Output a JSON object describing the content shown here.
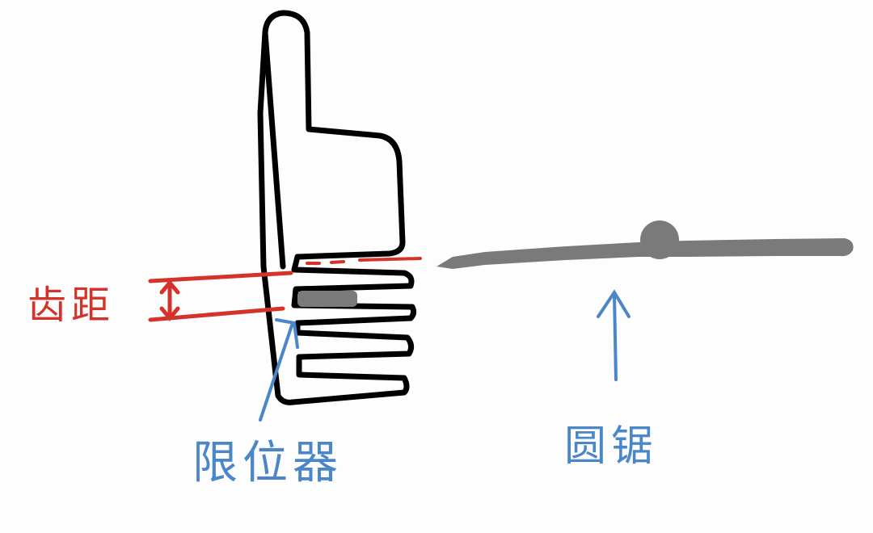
{
  "diagram": {
    "type": "hand-drawn sketch",
    "subject": "Saw blade held in a comb-like limiter (tooth-pitch setting jig)",
    "colors": {
      "outline": "#000000",
      "annotation_red": "#d4332a",
      "annotation_blue": "#4a86c8",
      "blade_gray": "#7a7a7a",
      "background": "#fdfdfd"
    },
    "labels": {
      "tooth_pitch": "齿距",
      "limiter": "限位器",
      "circular_saw": "圆锯"
    },
    "elements": [
      {
        "name": "hand-thumbs-up",
        "description": "Thumbs-up hand shape whose fingers form the comb slots"
      },
      {
        "name": "comb-slots",
        "count": 4,
        "description": "Stacked finger slots forming a limiter"
      },
      {
        "name": "saw-blade",
        "description": "Gray horizontal blade with round hub"
      },
      {
        "name": "pitch-dimension",
        "description": "Red parallel lines with double arrow marking tooth pitch"
      },
      {
        "name": "limiter-arrow",
        "description": "Blue arrow from label up to the slot"
      },
      {
        "name": "saw-arrow",
        "description": "Blue arrow pointing up at the saw blade"
      }
    ]
  }
}
